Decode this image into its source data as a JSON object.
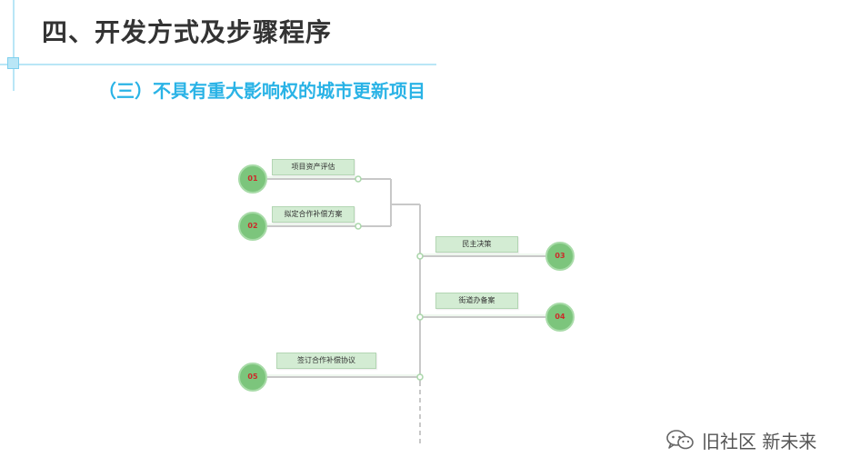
{
  "header": {
    "title": "四、开发方式及步骤程序",
    "subtitle": "（三）不具有重大影响权的城市更新项目"
  },
  "diagram": {
    "steps": [
      {
        "number": "01",
        "label": "项目资产评估"
      },
      {
        "number": "02",
        "label": "拟定合作补偿方案"
      },
      {
        "number": "03",
        "label": "民主决策"
      },
      {
        "number": "04",
        "label": "街道办备案"
      },
      {
        "number": "05",
        "label": "签订合作补偿协议"
      }
    ]
  },
  "watermark": {
    "text": "旧社区 新未来",
    "icon": "wechat-icon"
  },
  "colors": {
    "title": "#333333",
    "subtitle": "#2ab3e6",
    "accent_line": "#b9e6f6",
    "circle_fill": "#7cc57c",
    "label_fill": "#d3ecd3",
    "number_text": "#cc2b2b"
  }
}
